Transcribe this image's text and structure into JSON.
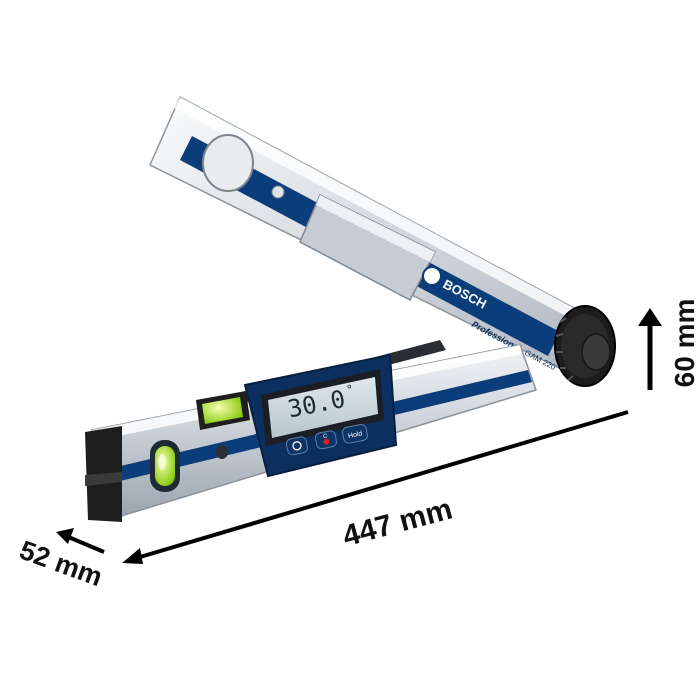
{
  "product": {
    "brand": "BOSCH",
    "series": "Professional",
    "model": "GAM 220"
  },
  "display": {
    "reading": "30.0",
    "degree_symbol": "°"
  },
  "buttons": {
    "left": "",
    "center": "C",
    "right": "Hold"
  },
  "dimensions": {
    "length": "447 mm",
    "height": "60 mm",
    "depth": "52 mm"
  },
  "colors": {
    "bosch_blue": "#0b3d7a",
    "aluminium": "#d7dbe0",
    "rubber": "#1e1e1e",
    "bubble_green": "#9be000"
  }
}
